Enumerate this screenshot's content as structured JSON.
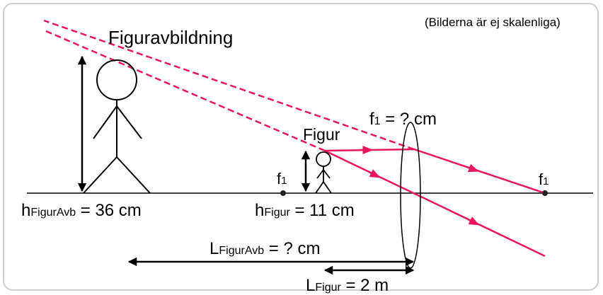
{
  "diagram": {
    "title": "Figuravbildning",
    "scale_note": "(Bilderna är ej skalenliga)",
    "object_label": "Figur",
    "focal_question": {
      "main": "f",
      "sub": "1",
      "rest": " = ? cm"
    },
    "focal_left": {
      "main": "f",
      "sub": "1"
    },
    "focal_right": {
      "main": "f",
      "sub": "1"
    },
    "image_height": {
      "main": "h",
      "sub": "FigurAvb",
      "rest": " = 36 cm"
    },
    "object_height": {
      "main": "h",
      "sub": "Figur",
      "rest": " = 11 cm"
    },
    "image_distance": {
      "main": "L",
      "sub": "FigurAvb",
      "rest": " = ? cm"
    },
    "object_distance": {
      "main": "L",
      "sub": "Figur",
      "rest": " = 2 m"
    },
    "colors": {
      "ray": "#e8175d",
      "ink": "#000000",
      "frame": "#cfcfcf"
    }
  }
}
